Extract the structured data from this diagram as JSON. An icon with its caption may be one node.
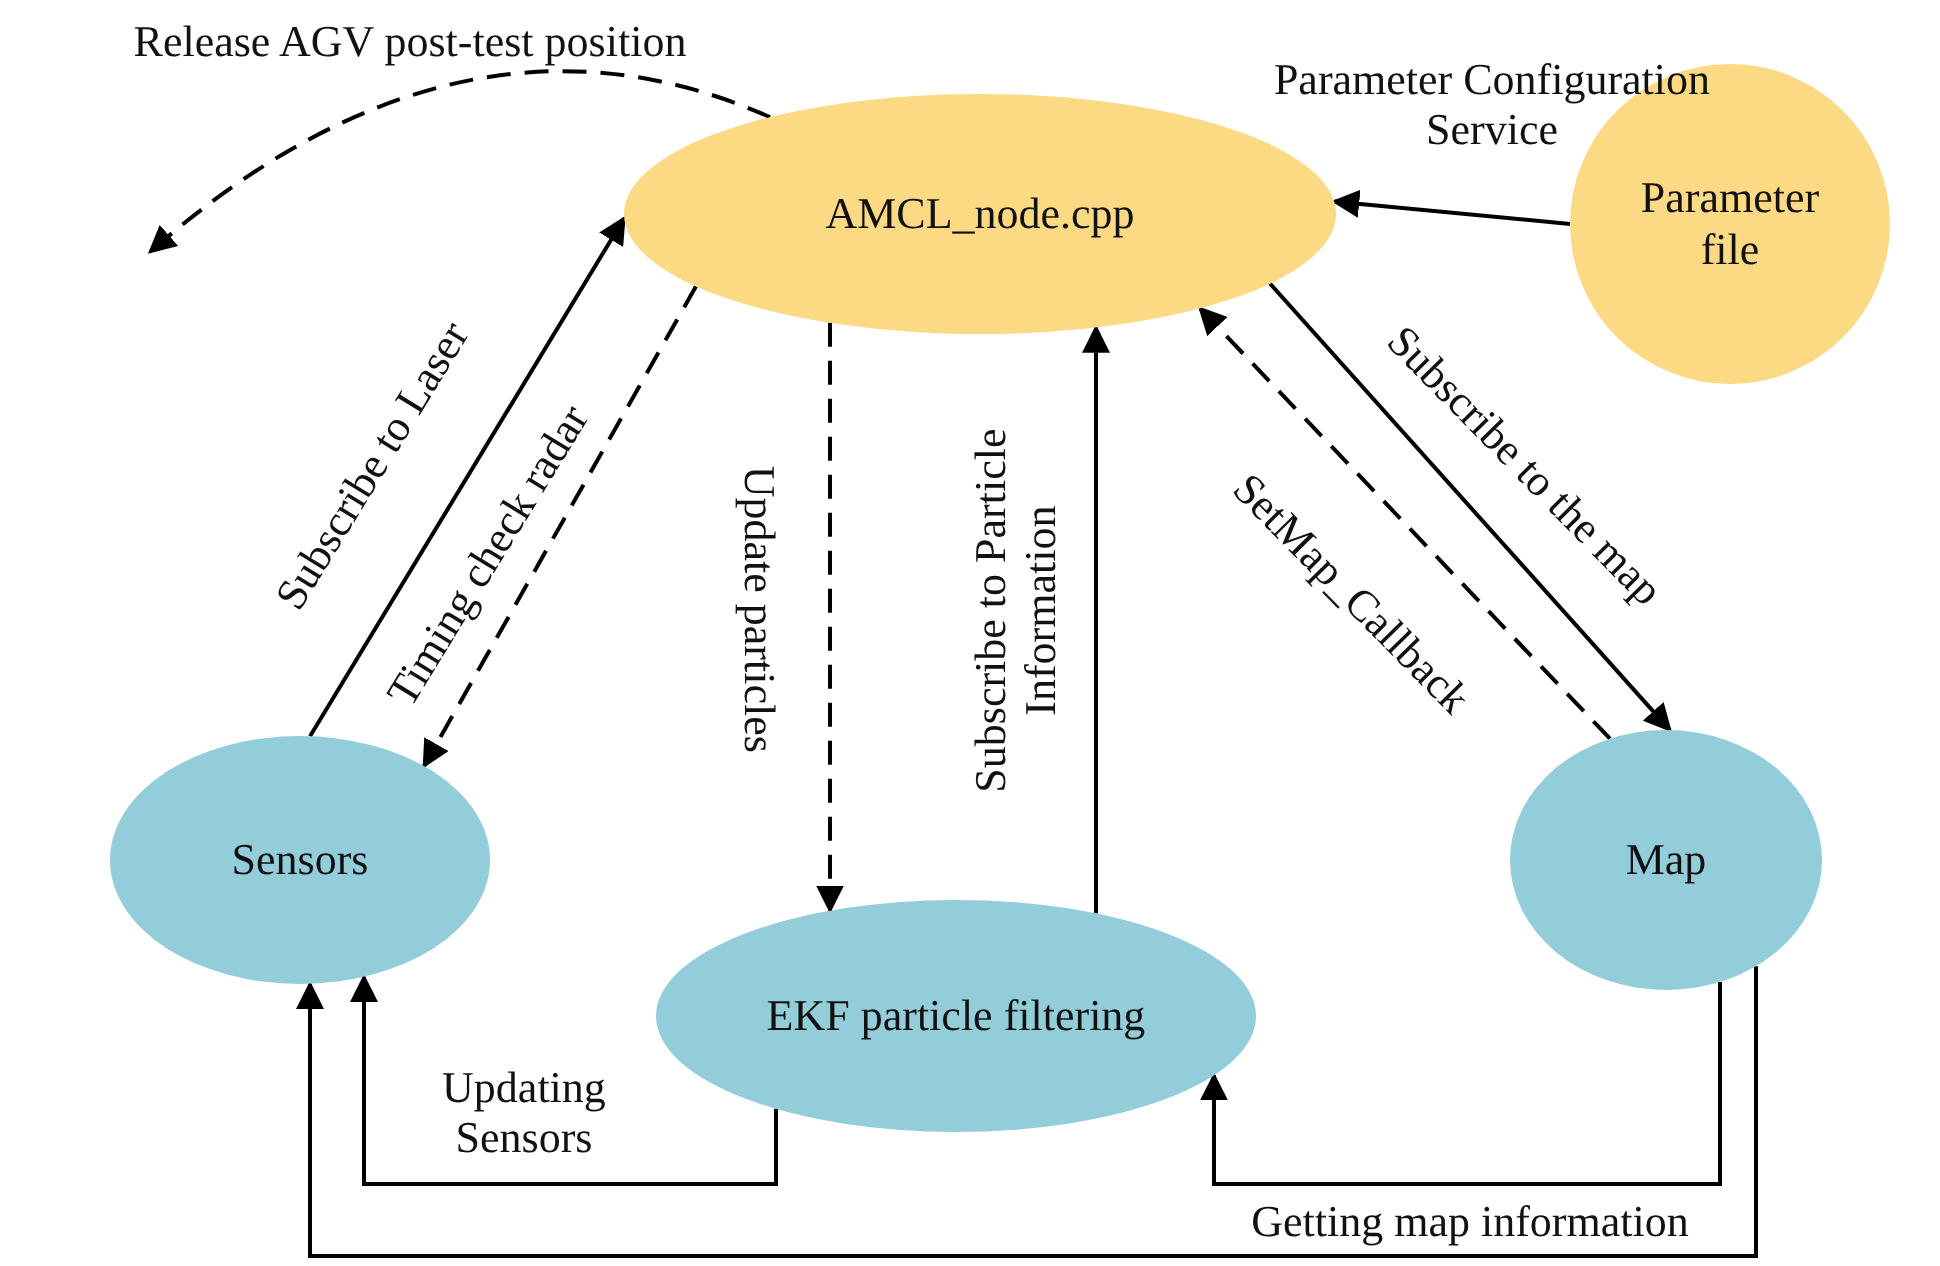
{
  "diagram": {
    "nodes": [
      {
        "text": [
          "AMCL_node.cpp"
        ]
      },
      {
        "text": [
          "Parameter file"
        ]
      },
      {
        "text": [
          "Sensors"
        ]
      },
      {
        "text": [
          "EKF particle filtering"
        ]
      },
      {
        "text": [
          "Map"
        ]
      }
    ],
    "edges": [
      {
        "from": 2,
        "to": 0,
        "arrow": "to",
        "label": "Subscribe to Laser"
      },
      {
        "from": 0,
        "to": 2,
        "arrow": "to",
        "label": "Timing check radar",
        "style": "dashed"
      },
      {
        "from": 0,
        "to": 3,
        "arrow": "to",
        "label": "Update particles",
        "style": "dashed"
      },
      {
        "from": 3,
        "to": 0,
        "arrow": "to",
        "label": "Subscribe to Particle Information"
      },
      {
        "from": 0,
        "to": 4,
        "arrow": "to",
        "label": "Subscribe to the map"
      },
      {
        "from": 4,
        "to": 0,
        "arrow": "to",
        "label": "SetMap_Callback",
        "style": "dashed"
      },
      {
        "from": 1,
        "to": 0,
        "arrow": "to",
        "label": "Parameter Configuration Service"
      },
      {
        "from": 3,
        "to": 2,
        "arrow": "to",
        "label": "Updating Sensors"
      },
      {
        "from": 4,
        "to": 3,
        "arrow": "to",
        "label": "Getting map information"
      },
      {
        "from": 4,
        "to": 2,
        "arrow": "to"
      },
      {
        "from": 0,
        "to": null,
        "arrow": "to",
        "label": "Release AGV post-test position",
        "style": "dashed"
      }
    ]
  }
}
